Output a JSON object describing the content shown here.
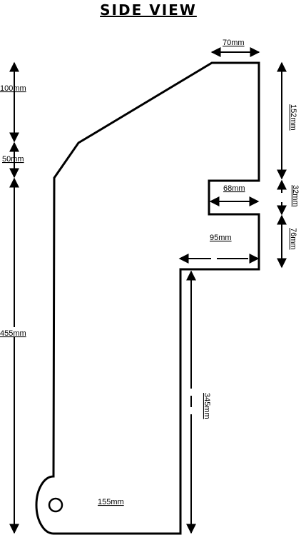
{
  "title": "SIDE VIEW",
  "dimensions": {
    "top_width": "70mm",
    "left_top_height": "100mm",
    "left_chamfer_height": "50mm",
    "left_main_height": "455mm",
    "right_top_height": "152mm",
    "slot_height": "32mm",
    "slot_depth": "68mm",
    "below_slot_height": "76mm",
    "step_width": "95mm",
    "leg_height": "345mm",
    "bottom_width": "155mm"
  },
  "colors": {
    "line": "#000000",
    "background": "#ffffff"
  }
}
